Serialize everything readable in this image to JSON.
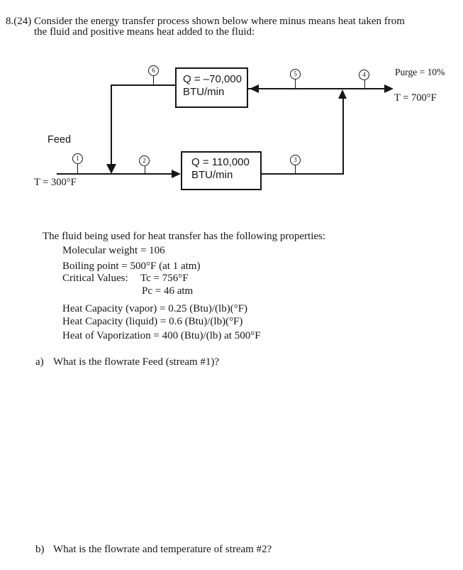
{
  "problem": {
    "number": "8.(24)",
    "statement_line1": "Consider the energy transfer process shown below where minus means heat taken from",
    "statement_line2": "the fluid and positive means heat added to the fluid:"
  },
  "diagram": {
    "feed_label": "Feed",
    "feed_temp": "T = 300°F",
    "purge_label": "Purge = 10%",
    "purge_temp": "T = 700°F",
    "cooler": {
      "q": "Q = –70,000",
      "units": "BTU/min"
    },
    "heater": {
      "q": "Q = 110,000",
      "units": "BTU/min"
    },
    "streams": [
      "1",
      "2",
      "3",
      "4",
      "5",
      "6"
    ]
  },
  "properties": {
    "intro": "The fluid being used for heat transfer has the following properties:",
    "molecular_weight": "Molecular weight = 106",
    "boiling_point": "Boiling point = 500°F (at 1 atm)",
    "critical_values_label": "Critical Values:",
    "tc": "Tc = 756°F",
    "pc": "Pc = 46 atm",
    "heat_capacity_vapor": "Heat Capacity (vapor) = 0.25 (Btu)/(lb)(°F)",
    "heat_capacity_liquid": "Heat Capacity (liquid) = 0.6 (Btu)/(lb)(°F)",
    "heat_of_vaporization": "Heat of Vaporization = 400 (Btu)/(lb) at 500°F"
  },
  "questions": {
    "a_label": "a)",
    "a_text": "What is the flowrate Feed (stream #1)?",
    "b_label": "b)",
    "b_text": "What is the flowrate and temperature of stream #2?"
  }
}
